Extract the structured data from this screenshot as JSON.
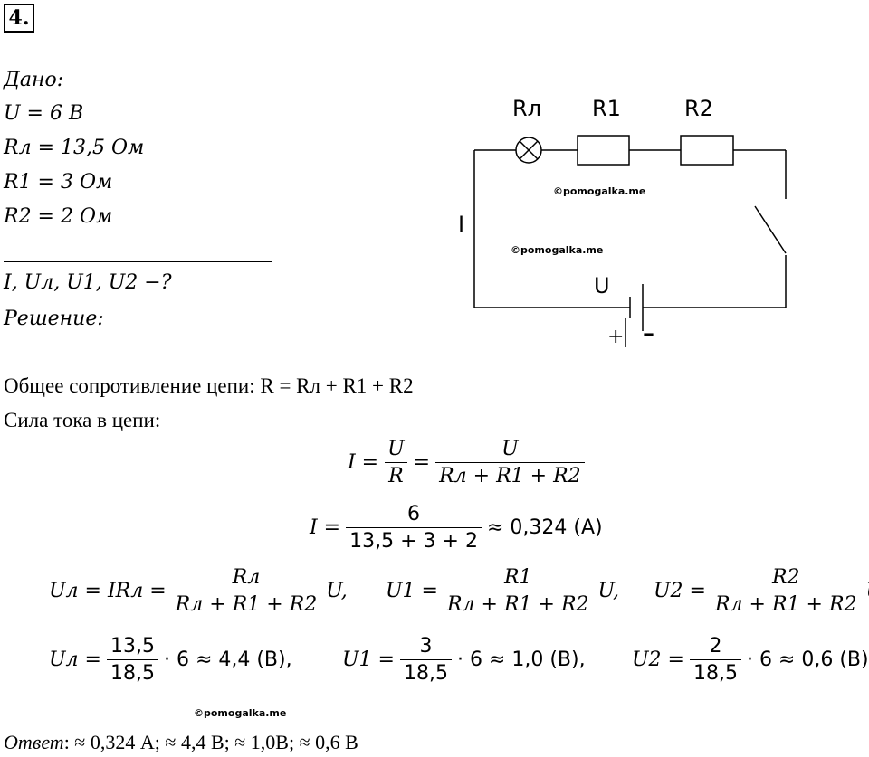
{
  "problem_number": "4.",
  "given": {
    "heading": "Дано:",
    "lines": [
      "U = 6 В",
      "Rл = 13,5 Ом",
      "R1 = 3 Ом",
      "R2 = 2 Ом"
    ],
    "find": "I, Uл, U1, U2 −?"
  },
  "solution_heading": "Решение:",
  "circuit": {
    "label_lamp": "Rл",
    "label_r1": "R1",
    "label_r2": "R2",
    "label_current": "I",
    "label_voltage": "U",
    "plus": "+",
    "minus": "–",
    "watermark_1": "©pomogalka.me",
    "watermark_2": "©pomogalka.me"
  },
  "text": {
    "total_resistance": "Общее сопротивление цепи: R = Rл + R1 + R2",
    "current_label": "Сила тока в цепи:"
  },
  "formulas": {
    "current_lhs": "I =",
    "current_f1_num": "U",
    "current_f1_den": "R",
    "eq": "=",
    "current_f2_num": "U",
    "current_f2_den": "Rл + R1 + R2",
    "current_calc_lhs": "I =",
    "current_calc_num": "6",
    "current_calc_den": "13,5 + 3 + 2",
    "current_calc_result": "≈ 0,324 (A)",
    "ul_lhs": "Uл = IRл =",
    "ul_num": "Rл",
    "ul_den": "Rл + R1 + R2",
    "ul_tail": "U,",
    "u1_lhs": "U1 =",
    "u1_num": "R1",
    "u1_den": "Rл + R1 + R2",
    "u1_tail": "U,",
    "u2_lhs": "U2 =",
    "u2_num": "R2",
    "u2_den": "Rл + R1 + R2",
    "u2_tail": "U",
    "ul_calc_lhs": "Uл =",
    "ul_calc_num": "13,5",
    "ul_calc_den": "18,5",
    "ul_calc_tail": "· 6 ≈ 4,4 (B),",
    "u1_calc_lhs": "U1 =",
    "u1_calc_num": "3",
    "u1_calc_den": "18,5",
    "u1_calc_tail": "· 6 ≈ 1,0 (B),",
    "u2_calc_lhs": "U2 =",
    "u2_calc_num": "2",
    "u2_calc_den": "18,5",
    "u2_calc_tail": "· 6 ≈ 0,6 (B)"
  },
  "watermark_bottom": "©pomogalka.me",
  "answer": {
    "label": "Ответ",
    "text": ": ≈ 0,324 A;  ≈ 4,4 B;  ≈ 1,0B;  ≈ 0,6 B"
  }
}
